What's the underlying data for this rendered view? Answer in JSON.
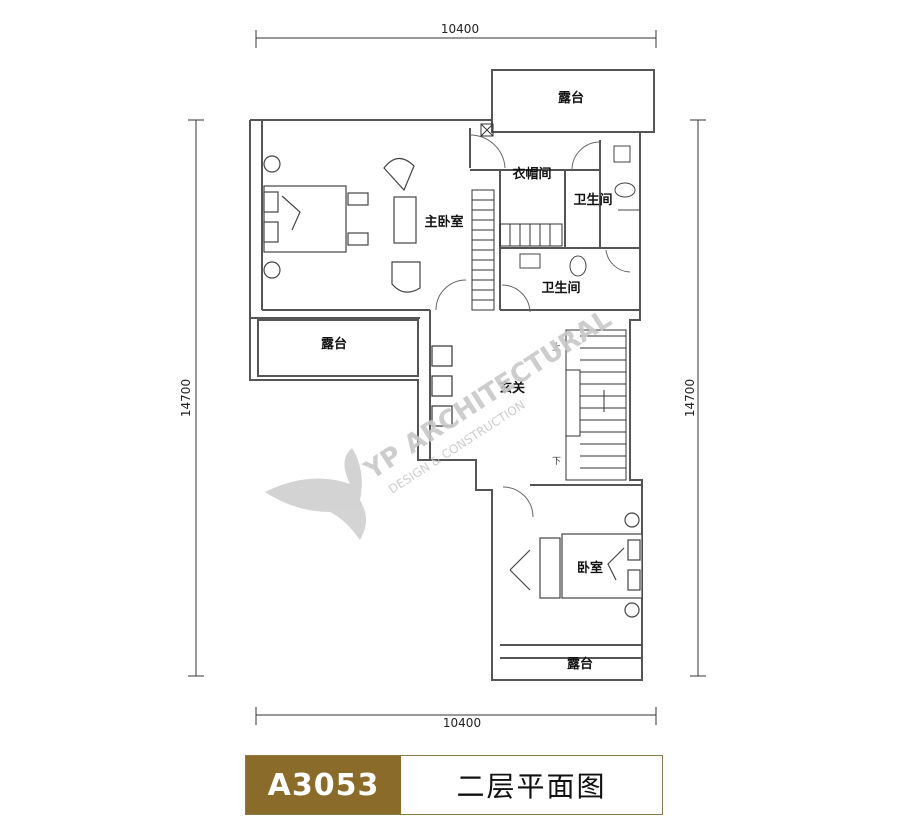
{
  "dimensions": {
    "top": "10400",
    "bottom": "10400",
    "left": "14700",
    "right": "14700"
  },
  "rooms": {
    "terrace_top": "露台",
    "cloakroom": "衣帽间",
    "bath_1": "卫生间",
    "master_bedroom": "主卧室",
    "bath_2": "卫生间",
    "terrace_left": "露台",
    "foyer": "玄关",
    "bedroom": "卧室",
    "terrace_bottom": "露台"
  },
  "stairs": {
    "up": "上",
    "down": "下"
  },
  "watermark": {
    "brand": "YP ARCHITECTURAL",
    "tagline": "DESIGN & CONSTRUCTION"
  },
  "title_block": {
    "code": "A3053",
    "name": "二层平面图"
  }
}
